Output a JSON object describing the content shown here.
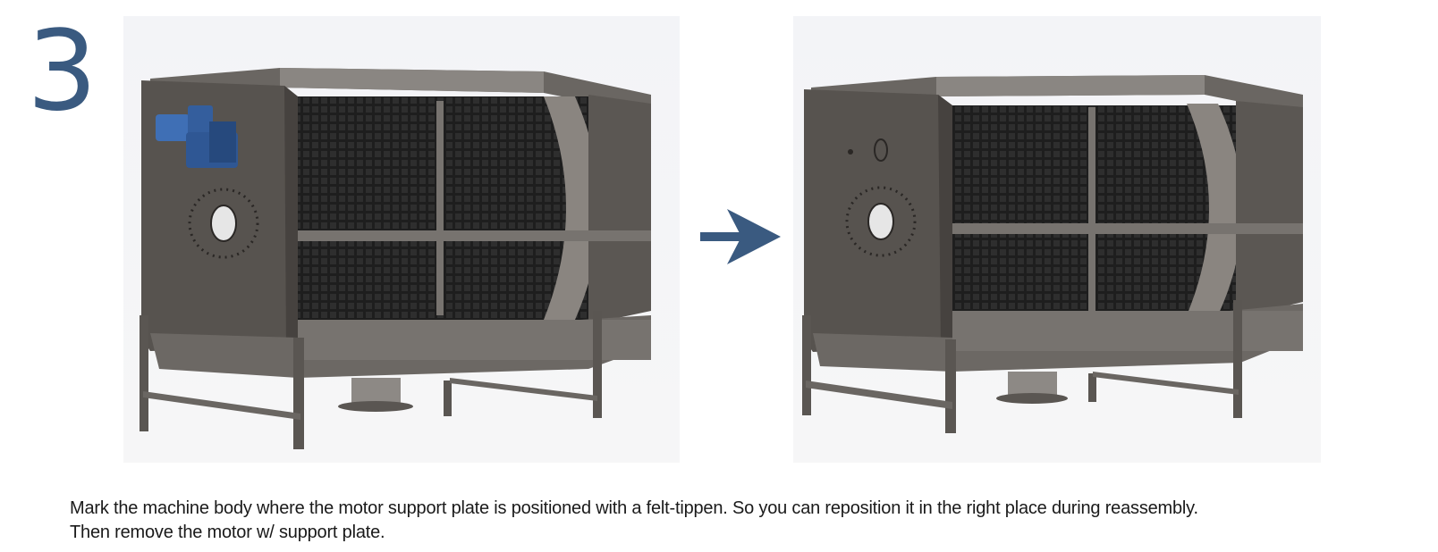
{
  "step": {
    "number": "3"
  },
  "colors": {
    "accent": "#3a5a80",
    "motor": "#3f6fb5",
    "frame": "#5a5652",
    "frame_dark": "#3d3a37",
    "drum_mesh": "#222222"
  },
  "images": {
    "before": {
      "icon": "machine-with-motor-illustration"
    },
    "after": {
      "icon": "machine-without-motor-illustration"
    }
  },
  "arrow": {
    "icon": "arrow-right-icon"
  },
  "instructions": {
    "line1": "Mark the machine body where the motor support plate is positioned with a felt-tippen. So you can reposition it in the right place during reassembly.",
    "line2": "Then remove the motor w/ support plate."
  }
}
